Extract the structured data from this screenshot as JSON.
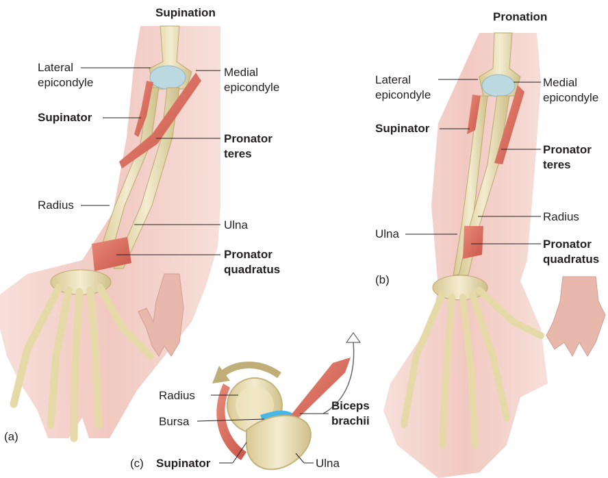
{
  "panel_a": {
    "title": "Supination",
    "tag": "(a)",
    "lateral_epicondyle": [
      "Lateral",
      "epicondyle"
    ],
    "medial_epicondyle": [
      "Medial",
      "epicondyle"
    ],
    "supinator": "Supinator",
    "pronator_teres": [
      "Pronator",
      "teres"
    ],
    "radius": "Radius",
    "ulna": "Ulna",
    "pronator_quadratus": [
      "Pronator",
      "quadratus"
    ]
  },
  "panel_b": {
    "title": "Pronation",
    "tag": "(b)",
    "lateral_epicondyle": [
      "Lateral",
      "epicondyle"
    ],
    "medial_epicondyle": [
      "Medial",
      "epicondyle"
    ],
    "supinator": "Supinator",
    "pronator_teres": [
      "Pronator",
      "teres"
    ],
    "radius": "Radius",
    "ulna": "Ulna",
    "pronator_quadratus": [
      "Pronator",
      "quadratus"
    ]
  },
  "panel_c": {
    "tag": "(c)",
    "radius": "Radius",
    "bursa": "Bursa",
    "supinator": "Supinator",
    "biceps_brachii": [
      "Biceps",
      "brachii"
    ],
    "ulna": "Ulna"
  },
  "colors": {
    "skin": "#f1c6bf",
    "bone": "#eadfb4",
    "muscle": "#d9705f",
    "cartilage": "#bcd8e0",
    "line": "#231f20"
  }
}
